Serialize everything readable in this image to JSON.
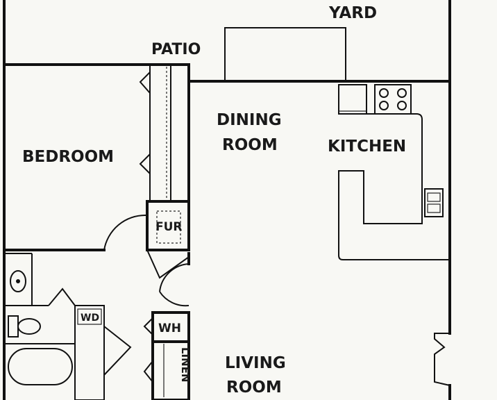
{
  "labels": {
    "yard": "YARD",
    "patio": "PATIO",
    "dining_line1": "DINING",
    "dining_line2": "ROOM",
    "kitchen": "KITCHEN",
    "bedroom": "BEDROOM",
    "fur": "FUR",
    "wd": "WD",
    "wh": "WH",
    "linen": "LINEN",
    "living_line1": "LIVING",
    "living_line2": "ROOM"
  },
  "colors": {
    "background": "#f8f8f4",
    "line": "#111111"
  }
}
